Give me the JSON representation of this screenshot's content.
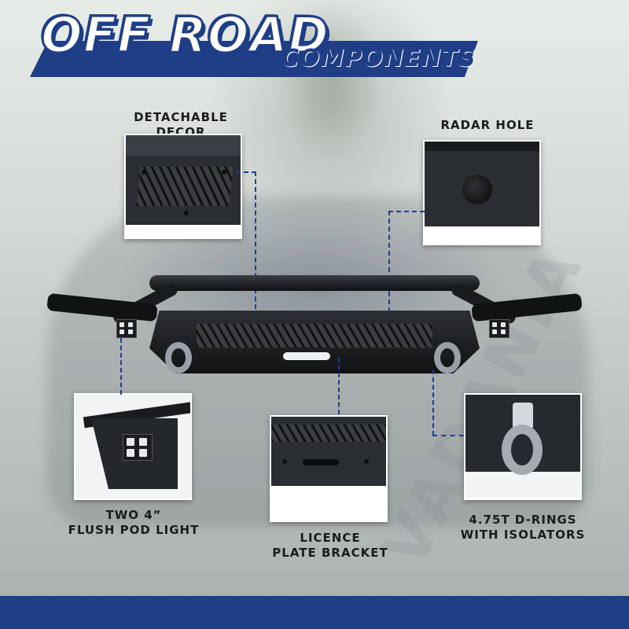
{
  "header": {
    "title": "OFF ROAD",
    "subtitle": "COMPONENTS"
  },
  "colors": {
    "brand_blue": "#1f3e86",
    "panel_dark": "#2a2d31",
    "label_text": "#1b1b1b"
  },
  "callouts": [
    {
      "id": "detachable-decor",
      "label": "DETACHABLE DECOR"
    },
    {
      "id": "radar-hole",
      "label": "RADAR HOLE"
    },
    {
      "id": "pod-light",
      "label_line1": "TWO 4”",
      "label_line2": "FLUSH POD LIGHT"
    },
    {
      "id": "licence-plate",
      "label_line1": "LICENCE",
      "label_line2": "PLATE BRACKET"
    },
    {
      "id": "d-rings",
      "label_line1": "4.75T D-RINGS",
      "label_line2": "WITH ISOLATORS"
    }
  ],
  "watermark": "VADANIA"
}
